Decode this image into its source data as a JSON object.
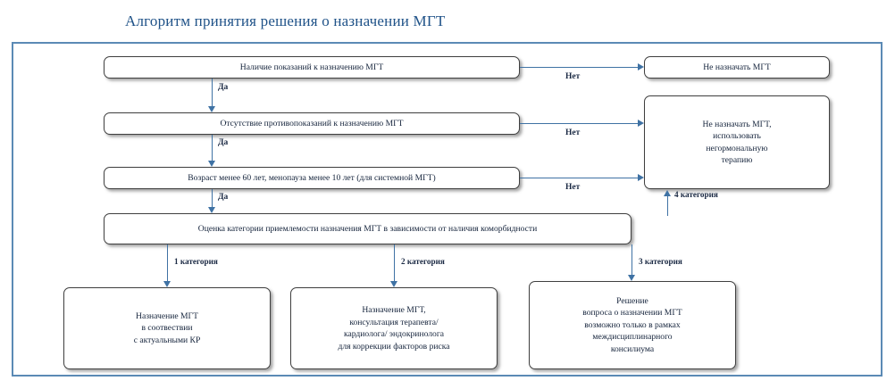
{
  "page": {
    "title": "Алгоритм принятия решения о назначении МГТ",
    "title_color": "#1f5288",
    "frame_color": "#5b8ab5",
    "connector_color": "#3f72a4",
    "node_border_color": "#3f3f3f",
    "node_text_color": "#14233b",
    "background": "#ffffff"
  },
  "chart_data": {
    "type": "diagram",
    "title": "Алгоритм принятия решения о назначении МГТ",
    "nodes": [
      {
        "id": "n1",
        "label": "Наличие показаний к назначению МГТ"
      },
      {
        "id": "n2",
        "label": "Отсутствие противопоказаний к назначению МГТ"
      },
      {
        "id": "n3",
        "label": "Возраст менее 60 лет, менопауза менее 10 лет (для системной МГТ)"
      },
      {
        "id": "n4",
        "label": "Оценка категории приемлемости назначения МГТ в зависимости от наличия коморбидности"
      },
      {
        "id": "r1",
        "label": "Не назначать МГТ"
      },
      {
        "id": "r2",
        "label": "Не назначать МГТ, использовать негормональную терапию"
      },
      {
        "id": "b1",
        "label": "Назначение МГТ в соотвествии с актуальными КР"
      },
      {
        "id": "b2",
        "label": "Назначение МГТ, консультация терапевта/ кардиолога/ эндокринолога для коррекции факторов риска"
      },
      {
        "id": "b3",
        "label": "Решение вопроса о назначении МГТ возможно только в рамках междисциплинарного консилиума"
      }
    ],
    "edges": [
      {
        "from": "n1",
        "to": "r1",
        "label": "Нет"
      },
      {
        "from": "n1",
        "to": "n2",
        "label": "Да"
      },
      {
        "from": "n2",
        "to": "r2",
        "label": "Нет"
      },
      {
        "from": "n2",
        "to": "n3",
        "label": "Да"
      },
      {
        "from": "n3",
        "to": "r2",
        "label": "Нет"
      },
      {
        "from": "n3",
        "to": "n4",
        "label": "Да"
      },
      {
        "from": "n4",
        "to": "r2",
        "label": "4 категория"
      },
      {
        "from": "n4",
        "to": "b1",
        "label": "1 категория"
      },
      {
        "from": "n4",
        "to": "b2",
        "label": "2 категория"
      },
      {
        "from": "n4",
        "to": "b3",
        "label": "3 категория"
      }
    ]
  },
  "nodes": {
    "indications": {
      "line1": "Наличие показаний к назначению МГТ"
    },
    "contraindications": {
      "line1": "Отсутствие противопоказаний к назначению МГТ"
    },
    "age": {
      "line1": "Возраст менее 60 лет, менопауза менее 10 лет (для системной МГТ)"
    },
    "assessment": {
      "line1": "Оценка категории приемлемости назначения МГТ в зависимости от наличия коморбидности"
    },
    "no_mht": {
      "line1": "Не назначать МГТ"
    },
    "no_mht_nonhormonal": {
      "line1": "Не назначать МГТ,",
      "line2": "использовать",
      "line3": "негормональную",
      "line4": "терапию"
    },
    "outcome1": {
      "line1": "Назначение МГТ",
      "line2": "в соотвествии",
      "line3": "с актуальными КР"
    },
    "outcome2": {
      "line1": "Назначение МГТ,",
      "line2": "консультация терапевта/",
      "line3": "кардиолога/ эндокринолога",
      "line4": "для коррекции факторов риска"
    },
    "outcome3": {
      "line1": "Решение",
      "line2": "вопроса о назначении МГТ",
      "line3": "возможно только в рамках",
      "line4": "междисциплинарного",
      "line5": "консилиума"
    }
  },
  "edge_labels": {
    "no1": "Нет",
    "no2": "Нет",
    "no3": "Нет",
    "yes1": "Да",
    "yes2": "Да",
    "yes3": "Да",
    "cat1": "1 категория",
    "cat2": "2 категория",
    "cat3": "3 категория",
    "cat4": "4 категория"
  }
}
